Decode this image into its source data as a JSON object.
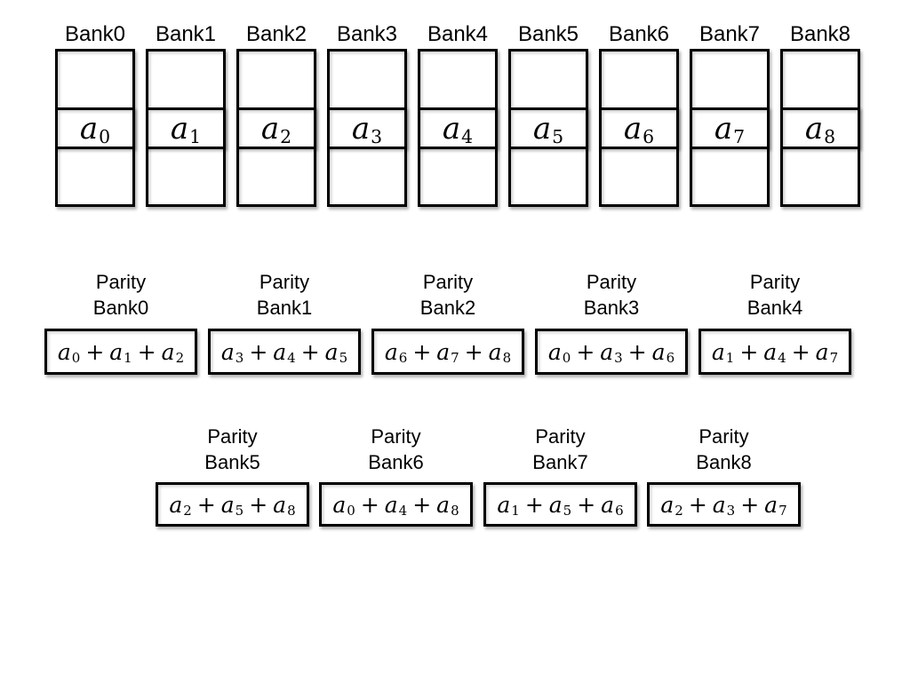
{
  "colors": {
    "background": "#ffffff",
    "border": "#000000",
    "text": "#000000"
  },
  "operator": "+",
  "banks_row": {
    "items": [
      {
        "label": "Bank0",
        "cell_term": "a0"
      },
      {
        "label": "Bank1",
        "cell_term": "a1"
      },
      {
        "label": "Bank2",
        "cell_term": "a2"
      },
      {
        "label": "Bank3",
        "cell_term": "a3"
      },
      {
        "label": "Bank4",
        "cell_term": "a4"
      },
      {
        "label": "Bank5",
        "cell_term": "a5"
      },
      {
        "label": "Bank6",
        "cell_term": "a6"
      },
      {
        "label": "Bank7",
        "cell_term": "a7"
      },
      {
        "label": "Bank8",
        "cell_term": "a8"
      }
    ]
  },
  "parity_rows": [
    {
      "items": [
        {
          "label_line1": "Parity",
          "label_line2": "Bank0",
          "sum_terms": [
            "a0",
            "a1",
            "a2"
          ]
        },
        {
          "label_line1": "Parity",
          "label_line2": "Bank1",
          "sum_terms": [
            "a3",
            "a4",
            "a5"
          ]
        },
        {
          "label_line1": "Parity",
          "label_line2": "Bank2",
          "sum_terms": [
            "a6",
            "a7",
            "a8"
          ]
        },
        {
          "label_line1": "Parity",
          "label_line2": "Bank3",
          "sum_terms": [
            "a0",
            "a3",
            "a6"
          ]
        },
        {
          "label_line1": "Parity",
          "label_line2": "Bank4",
          "sum_terms": [
            "a1",
            "a4",
            "a7"
          ]
        }
      ]
    },
    {
      "items": [
        {
          "label_line1": "Parity",
          "label_line2": "Bank5",
          "sum_terms": [
            "a2",
            "a5",
            "a8"
          ]
        },
        {
          "label_line1": "Parity",
          "label_line2": "Bank6",
          "sum_terms": [
            "a0",
            "a4",
            "a8"
          ]
        },
        {
          "label_line1": "Parity",
          "label_line2": "Bank7",
          "sum_terms": [
            "a1",
            "a5",
            "a6"
          ]
        },
        {
          "label_line1": "Parity",
          "label_line2": "Bank8",
          "sum_terms": [
            "a2",
            "a3",
            "a7"
          ]
        }
      ]
    }
  ]
}
